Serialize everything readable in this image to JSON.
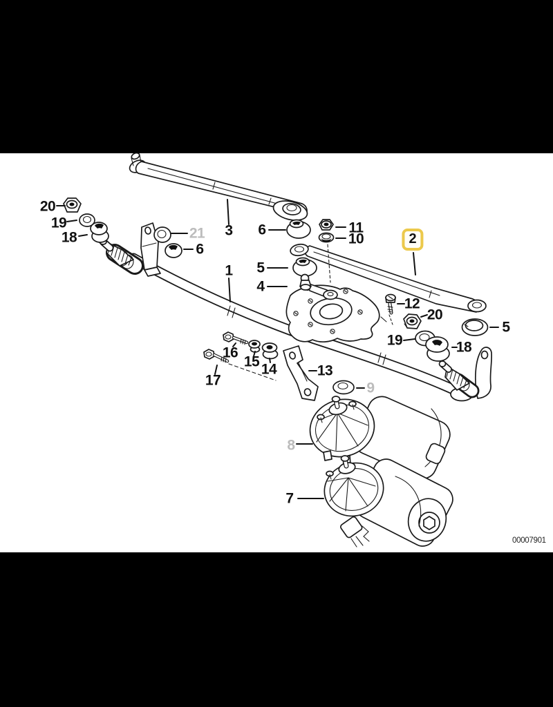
{
  "figure": {
    "doc_number": "00007901",
    "description": "Exploded parts diagram of windshield wiper linkage with two wiper motors"
  },
  "colors": {
    "highlight_border": "#ECC94B",
    "muted_label": "#BCBCBC",
    "line": "#1A1A1A",
    "background": "#FFFFFF",
    "letterbox": "#000000"
  },
  "callouts": [
    {
      "text": "20",
      "muted": false,
      "highlighted": false
    },
    {
      "text": "19",
      "muted": false,
      "highlighted": false
    },
    {
      "text": "18",
      "muted": false,
      "highlighted": false
    },
    {
      "text": "21",
      "muted": true,
      "highlighted": false
    },
    {
      "text": "6",
      "muted": false,
      "highlighted": false
    },
    {
      "text": "3",
      "muted": false,
      "highlighted": false
    },
    {
      "text": "6",
      "muted": false,
      "highlighted": false
    },
    {
      "text": "11",
      "muted": false,
      "highlighted": false
    },
    {
      "text": "10",
      "muted": false,
      "highlighted": false
    },
    {
      "text": "2",
      "muted": false,
      "highlighted": true
    },
    {
      "text": "1",
      "muted": false,
      "highlighted": false
    },
    {
      "text": "5",
      "muted": false,
      "highlighted": false
    },
    {
      "text": "4",
      "muted": false,
      "highlighted": false
    },
    {
      "text": "12",
      "muted": false,
      "highlighted": false
    },
    {
      "text": "20",
      "muted": false,
      "highlighted": false
    },
    {
      "text": "19",
      "muted": false,
      "highlighted": false
    },
    {
      "text": "18",
      "muted": false,
      "highlighted": false
    },
    {
      "text": "5",
      "muted": false,
      "highlighted": false
    },
    {
      "text": "16",
      "muted": false,
      "highlighted": false
    },
    {
      "text": "15",
      "muted": false,
      "highlighted": false
    },
    {
      "text": "14",
      "muted": false,
      "highlighted": false
    },
    {
      "text": "17",
      "muted": false,
      "highlighted": false
    },
    {
      "text": "13",
      "muted": false,
      "highlighted": false
    },
    {
      "text": "9",
      "muted": true,
      "highlighted": false
    },
    {
      "text": "8",
      "muted": true,
      "highlighted": false
    },
    {
      "text": "7",
      "muted": false,
      "highlighted": false
    }
  ]
}
